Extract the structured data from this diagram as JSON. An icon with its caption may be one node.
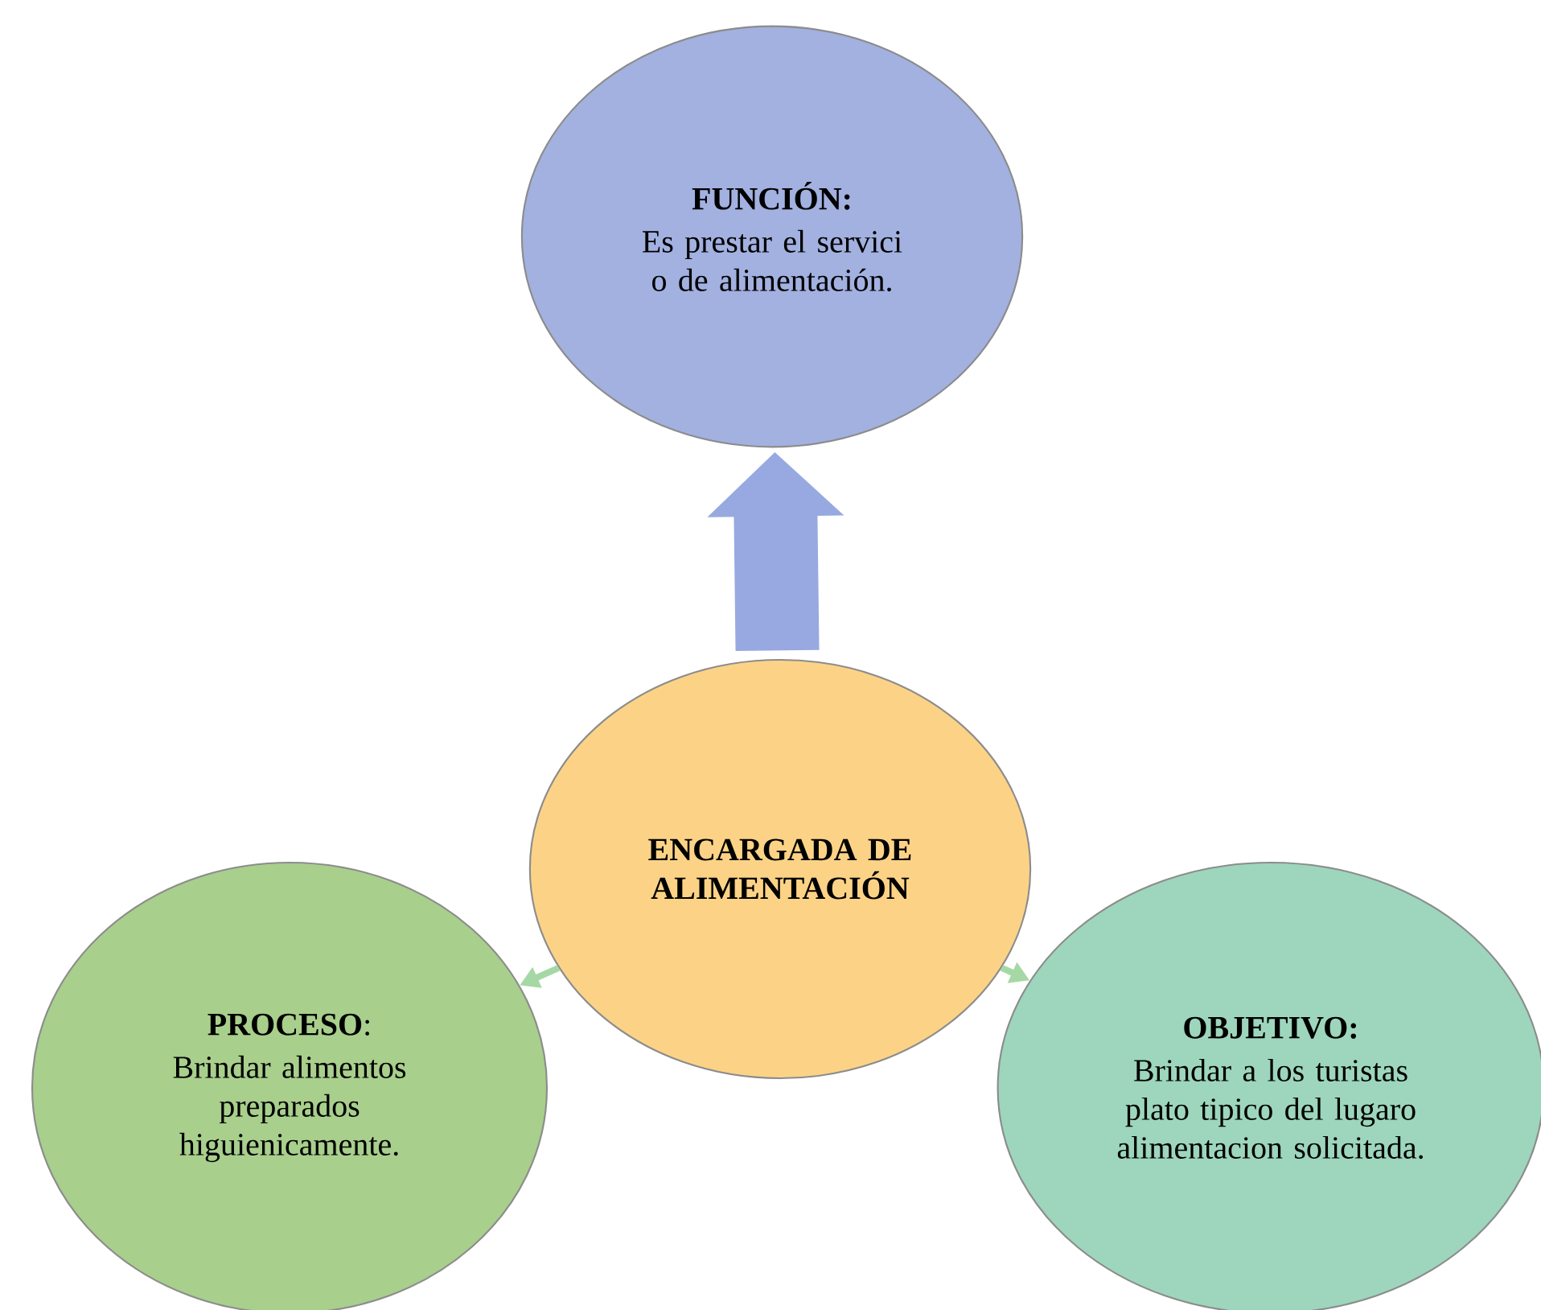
{
  "diagram": {
    "nodes": [
      {
        "text": [
          "FUNCIÓN:",
          "Es prestar el servici o de alimentación."
        ]
      },
      {
        "text": [
          "ENCARGADA DE ALIMENTACIÓN"
        ]
      },
      {
        "text": [
          "**PROCESO**:",
          "Brindar alimentos preparados higuienicamente."
        ]
      },
      {
        "text": [
          "OBJETIVO:",
          "Brindar a los turistas plato tipico del lugaro alimentacion solicitada."
        ]
      }
    ],
    "edges": [
      {
        "from": 1,
        "to": 0,
        "arrow": "to",
        "style": "thick",
        "color": "#97a9e0"
      },
      {
        "from": 1,
        "to": 2,
        "arrow": "to",
        "color": "#a6d8a6"
      },
      {
        "from": 1,
        "to": 3,
        "arrow": "to",
        "color": "#a6d8a6"
      }
    ]
  }
}
